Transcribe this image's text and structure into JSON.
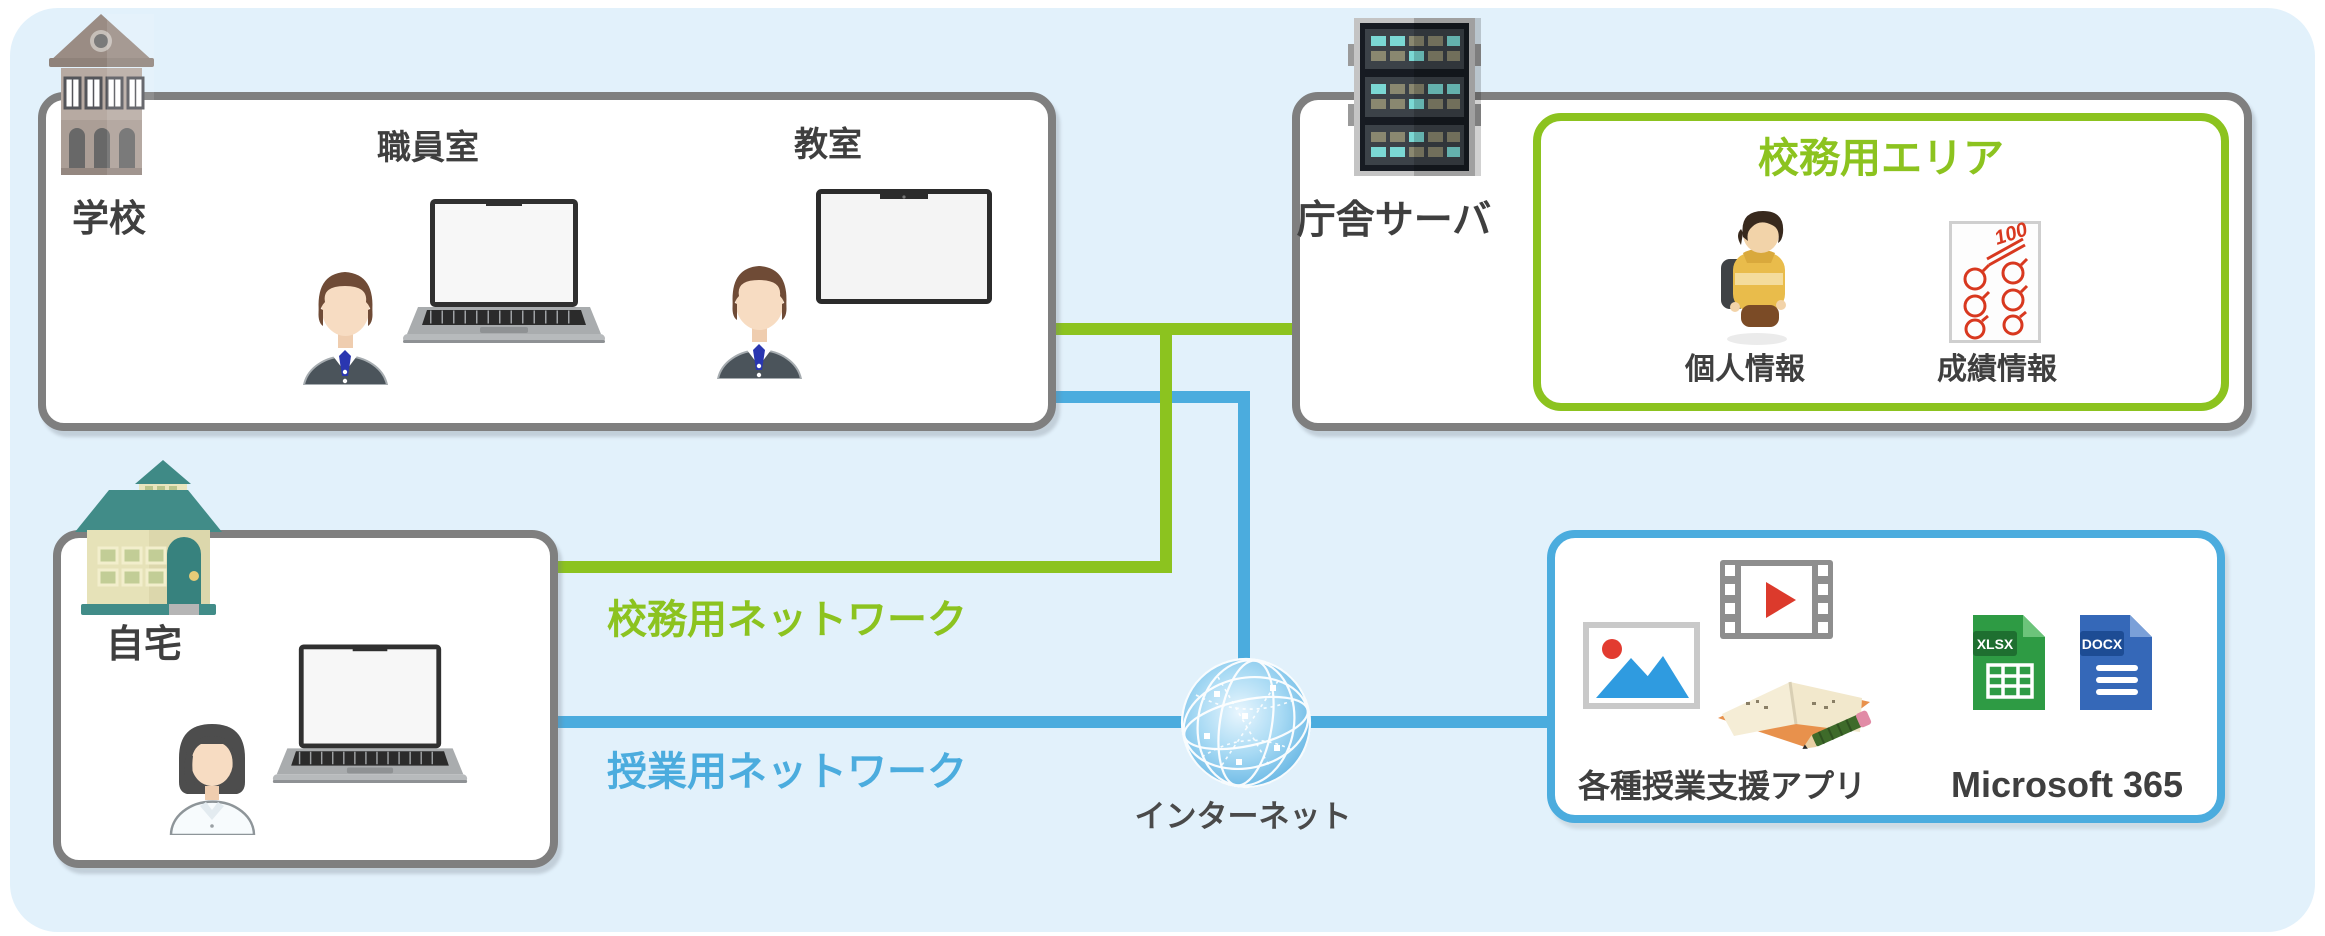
{
  "colors": {
    "green": "#8CC31F",
    "blue": "#4BACDE",
    "border_gray": "#7F7F7F",
    "panel_bg": "#E2F1FB",
    "text": "#3F3F3F"
  },
  "school_box": {
    "label": "学校",
    "staff_room_label": "職員室",
    "classroom_label": "教室"
  },
  "server_box": {
    "label": "庁舎サーバ"
  },
  "affairs_area": {
    "title": "校務用エリア",
    "personal_info_label": "個人情報",
    "grade_info_label": "成績情報",
    "grade_sheet_score": "100"
  },
  "home_box": {
    "label": "自宅"
  },
  "apps_box": {
    "apps_label": "各種授業支援アプリ",
    "m365_label": "Microsoft 365",
    "xlsx_badge": "XLSX",
    "docx_badge": "DOCX"
  },
  "networks": {
    "affairs_label": "校務用ネットワーク",
    "lesson_label": "授業用ネットワーク",
    "internet_label": "インターネット"
  }
}
